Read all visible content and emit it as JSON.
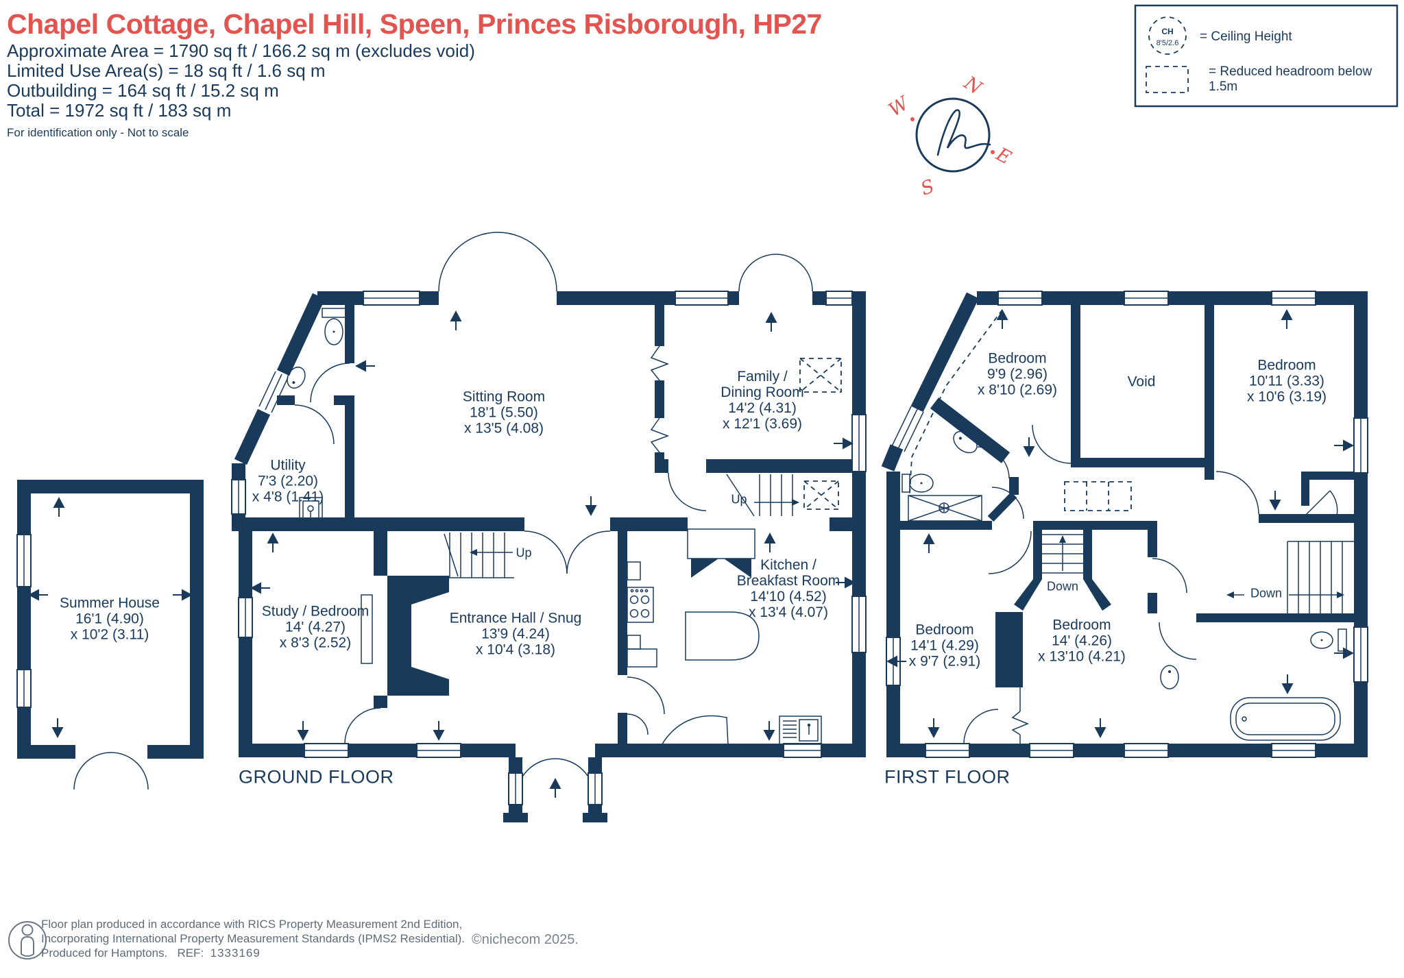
{
  "header": {
    "title": "Chapel Cottage, Chapel Hill, Speen, Princes Risborough, HP27",
    "area_lines": [
      "Approximate Area = 1790 sq ft / 166.2 sq m (excludes void)",
      "Limited Use Area(s) = 18 sq ft / 1.6 sq m",
      "Outbuilding = 164 sq ft / 15.2 sq m",
      "Total = 1972 sq ft / 183 sq m"
    ],
    "note": "For identification only - Not to scale"
  },
  "legend": {
    "ch_abbr": "CH",
    "ch_value": "8'5/2.6",
    "ch_label": "= Ceiling Height",
    "rh_label": "= Reduced headroom below 1.5m"
  },
  "compass": {
    "n": "N",
    "e": "E",
    "s": "S",
    "w": "W"
  },
  "colors": {
    "wall_navy": "#1a3a5c",
    "accent_red": "#e25450",
    "footer_gray": "#5d6b7a"
  },
  "floors": {
    "ground": {
      "label": "GROUND FLOOR",
      "rooms": {
        "sitting": {
          "lines": [
            "Sitting Room",
            "18'1 (5.50)",
            "x 13'5 (4.08)"
          ]
        },
        "family": {
          "lines": [
            "Family /",
            "Dining Room",
            "14'2 (4.31)",
            "x 12'1 (3.69)"
          ]
        },
        "utility": {
          "lines": [
            "Utility",
            "7'3 (2.20)",
            "x 4'8 (1.41)"
          ]
        },
        "study": {
          "lines": [
            "Study / Bedroom",
            "14' (4.27)",
            "x 8'3 (2.52)"
          ]
        },
        "hall": {
          "lines": [
            "Entrance Hall / Snug",
            "13'9 (4.24)",
            "x 10'4 (3.18)"
          ]
        },
        "kitchen": {
          "lines": [
            "Kitchen /",
            "Breakfast Room",
            "14'10 (4.52)",
            "x 13'4 (4.07)"
          ]
        }
      },
      "stairs": {
        "hall_up": "Up",
        "family_up": "Up"
      }
    },
    "first": {
      "label": "FIRST FLOOR",
      "rooms": {
        "bedroom_small": {
          "lines": [
            "Bedroom",
            "9'9 (2.96)",
            "x 8'10 (2.69)"
          ]
        },
        "void": {
          "lines": [
            "Void"
          ]
        },
        "bedroom_right": {
          "lines": [
            "Bedroom",
            "10'11 (3.33)",
            "x 10'6 (3.19)"
          ]
        },
        "bedroom_left": {
          "lines": [
            "Bedroom",
            "14'1 (4.29)",
            "x 9'7 (2.91)"
          ]
        },
        "bedroom_center": {
          "lines": [
            "Bedroom",
            "14' (4.26)",
            "x 13'10 (4.21)"
          ]
        }
      },
      "stairs": {
        "center_down": "Down",
        "right_down": "Down"
      }
    }
  },
  "summer_house": {
    "lines": [
      "Summer House",
      "16'1 (4.90)",
      "x 10'2 (3.11)"
    ]
  },
  "footer": {
    "line1": "Floor plan produced in accordance with RICS Property Measurement 2nd Edition,",
    "line2": "Incorporating International Property Measurement Standards (IPMS2 Residential).",
    "line3": "Produced for Hamptons.",
    "ref_label": "REF:",
    "ref_value": "1333169",
    "copyright": "©nichecom 2025."
  }
}
